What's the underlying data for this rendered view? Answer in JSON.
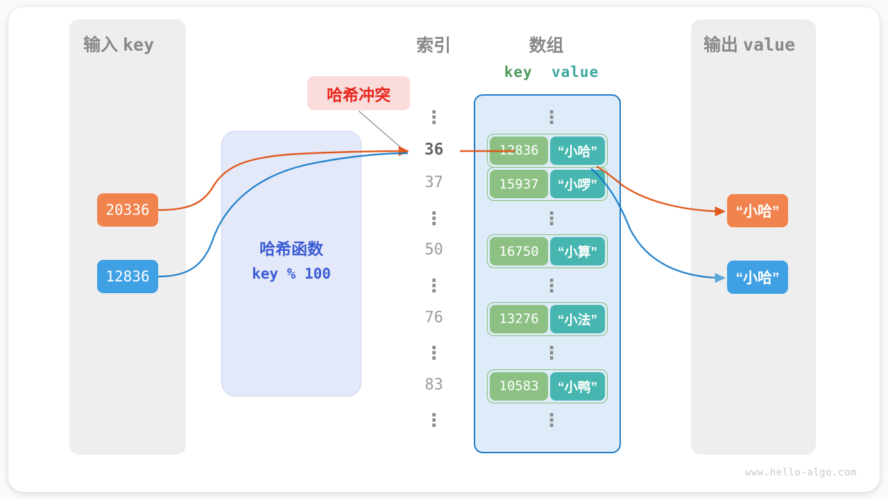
{
  "panels": {
    "input": {
      "title_cn": "输入",
      "title_mono": "key"
    },
    "output": {
      "title_cn": "输出",
      "title_mono": "value"
    }
  },
  "columns": {
    "index_title": "索引",
    "array_title": "数组",
    "key_header": "key",
    "value_header": "value"
  },
  "hash_function": {
    "name": "哈希函数",
    "expression": "key % 100"
  },
  "collision": {
    "label": "哈希冲突"
  },
  "inputs": [
    {
      "value": "20336",
      "color": "#f1834e"
    },
    {
      "value": "12836",
      "color": "#3fa0e4"
    }
  ],
  "outputs": [
    {
      "value": "“小哈”",
      "color": "#f1834e"
    },
    {
      "value": "“小哈”",
      "color": "#3fa0e4"
    }
  ],
  "indices": [
    {
      "label": "⋮",
      "type": "ellipsis"
    },
    {
      "label": "36",
      "type": "index",
      "highlight": true
    },
    {
      "label": "37",
      "type": "index",
      "highlight": false
    },
    {
      "label": "⋮",
      "type": "ellipsis"
    },
    {
      "label": "50",
      "type": "index",
      "highlight": false
    },
    {
      "label": "⋮",
      "type": "ellipsis"
    },
    {
      "label": "76",
      "type": "index",
      "highlight": false
    },
    {
      "label": "⋮",
      "type": "ellipsis"
    },
    {
      "label": "83",
      "type": "index",
      "highlight": false
    },
    {
      "label": "⋮",
      "type": "ellipsis"
    }
  ],
  "buckets": [
    {
      "key": "12836",
      "value": "“小哈”",
      "index": "36"
    },
    {
      "key": "15937",
      "value": "“小啰”",
      "index": "37"
    },
    {
      "key": "16750",
      "value": "“小算”",
      "index": "50"
    },
    {
      "key": "13276",
      "value": "“小法”",
      "index": "76"
    },
    {
      "key": "10583",
      "value": "“小鸭”",
      "index": "83"
    }
  ],
  "colors": {
    "orange": "#f1834e",
    "orange_line": "#e04e10",
    "blue": "#3fa0e4",
    "blue_line": "#1478c8",
    "key_green": "#8cc183",
    "value_teal": "#47b6b0",
    "array_fill": "#ddecf8",
    "array_border": "#1f7ac4",
    "hash_fill": "#e4e9f9",
    "hash_text": "#3b5bd4",
    "badge_bg": "#fbdcdc",
    "badge_text": "#e8241a",
    "panel_gray": "#eeeeee"
  },
  "watermark": "www.hello-algo.com"
}
